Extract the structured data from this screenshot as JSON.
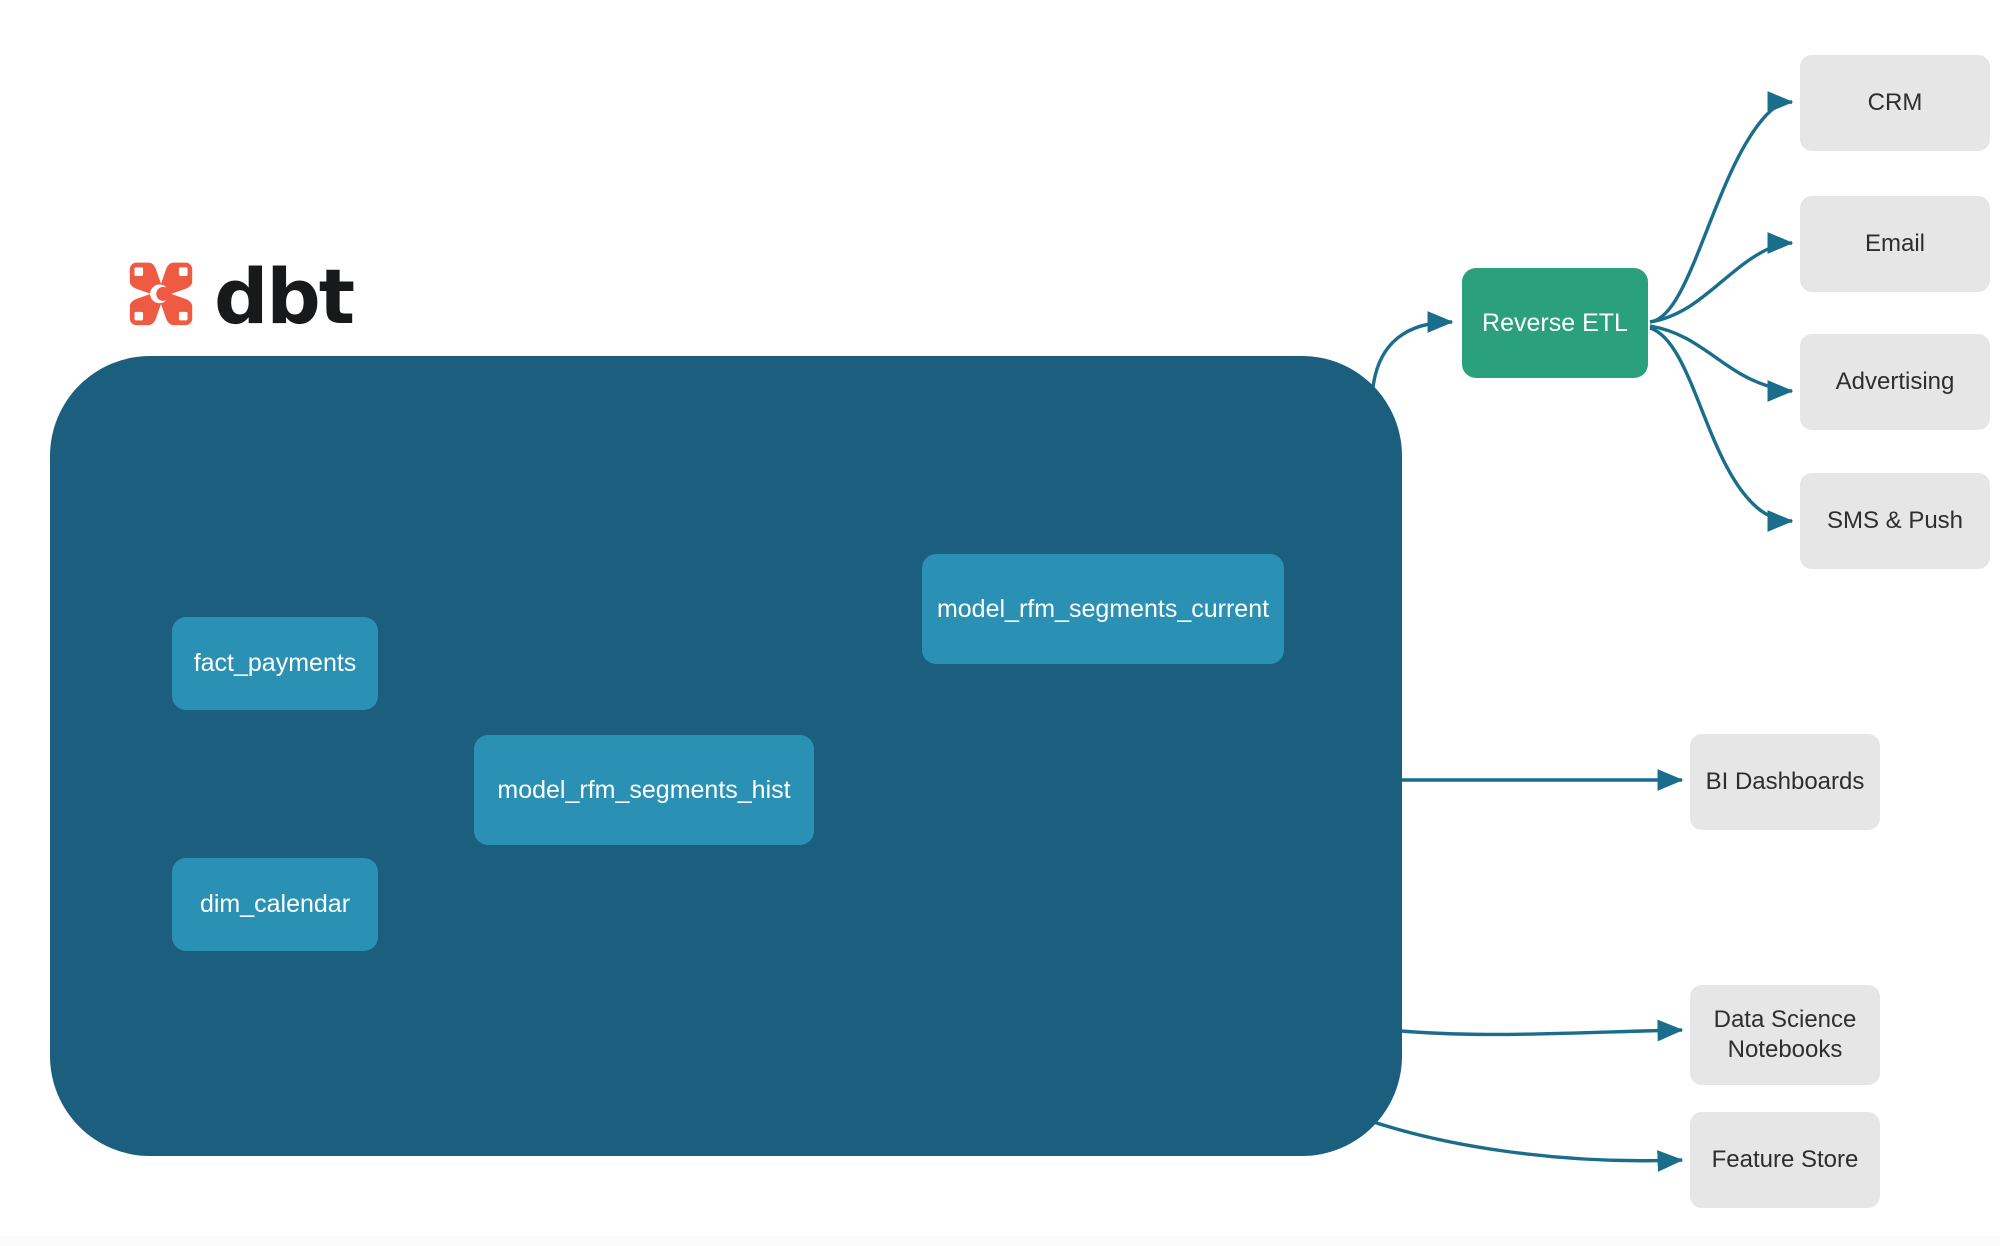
{
  "brand": {
    "logo_text": "dbt",
    "logo_icon": "dbt-x-logo-icon"
  },
  "colors": {
    "container_bg": "#1b5e7e",
    "model_node": "#2b91b4",
    "reverse_etl_node": "#2aa17c",
    "destination_node": "#e6e6e6",
    "edge": "#1b6d8c",
    "inner_edge": "#3ba1c0",
    "logo_mark": "#ef5a42",
    "page_bg": "#ffffff"
  },
  "diagram": {
    "type": "flow",
    "container": {
      "label": "",
      "name": "dbt-project-container"
    },
    "nodes": [
      {
        "id": "fact_payments",
        "label": "fact_payments",
        "kind": "model"
      },
      {
        "id": "dim_calendar",
        "label": "dim_calendar",
        "kind": "model"
      },
      {
        "id": "model_rfm_segments_hist",
        "label": "model_rfm_segments_hist",
        "kind": "model"
      },
      {
        "id": "model_rfm_segments_current",
        "label": "model_rfm_segments_current",
        "kind": "model"
      },
      {
        "id": "reverse_etl",
        "label": "Reverse ETL",
        "kind": "service"
      },
      {
        "id": "crm",
        "label": "CRM",
        "kind": "destination"
      },
      {
        "id": "email",
        "label": "Email",
        "kind": "destination"
      },
      {
        "id": "advertising",
        "label": "Advertising",
        "kind": "destination"
      },
      {
        "id": "sms_push",
        "label": "SMS & Push",
        "kind": "destination"
      },
      {
        "id": "bi_dashboards",
        "label": "BI Dashboards",
        "kind": "destination"
      },
      {
        "id": "ds_notebooks",
        "label_line1": "Data Science",
        "label_line2": "Notebooks",
        "kind": "destination"
      },
      {
        "id": "feature_store",
        "label": "Feature Store",
        "kind": "destination"
      }
    ],
    "edges": [
      {
        "from": "fact_payments",
        "to": "model_rfm_segments_hist"
      },
      {
        "from": "dim_calendar",
        "to": "model_rfm_segments_hist"
      },
      {
        "from": "model_rfm_segments_hist",
        "to": "model_rfm_segments_current"
      },
      {
        "from": "model_rfm_segments_current",
        "to": "reverse_etl"
      },
      {
        "from": "reverse_etl",
        "to": "crm"
      },
      {
        "from": "reverse_etl",
        "to": "email"
      },
      {
        "from": "reverse_etl",
        "to": "advertising"
      },
      {
        "from": "reverse_etl",
        "to": "sms_push"
      },
      {
        "from": "model_rfm_segments_hist",
        "to": "bi_dashboards"
      },
      {
        "from": "model_rfm_segments_hist",
        "to": "ds_notebooks"
      },
      {
        "from": "model_rfm_segments_hist",
        "to": "feature_store"
      }
    ]
  }
}
